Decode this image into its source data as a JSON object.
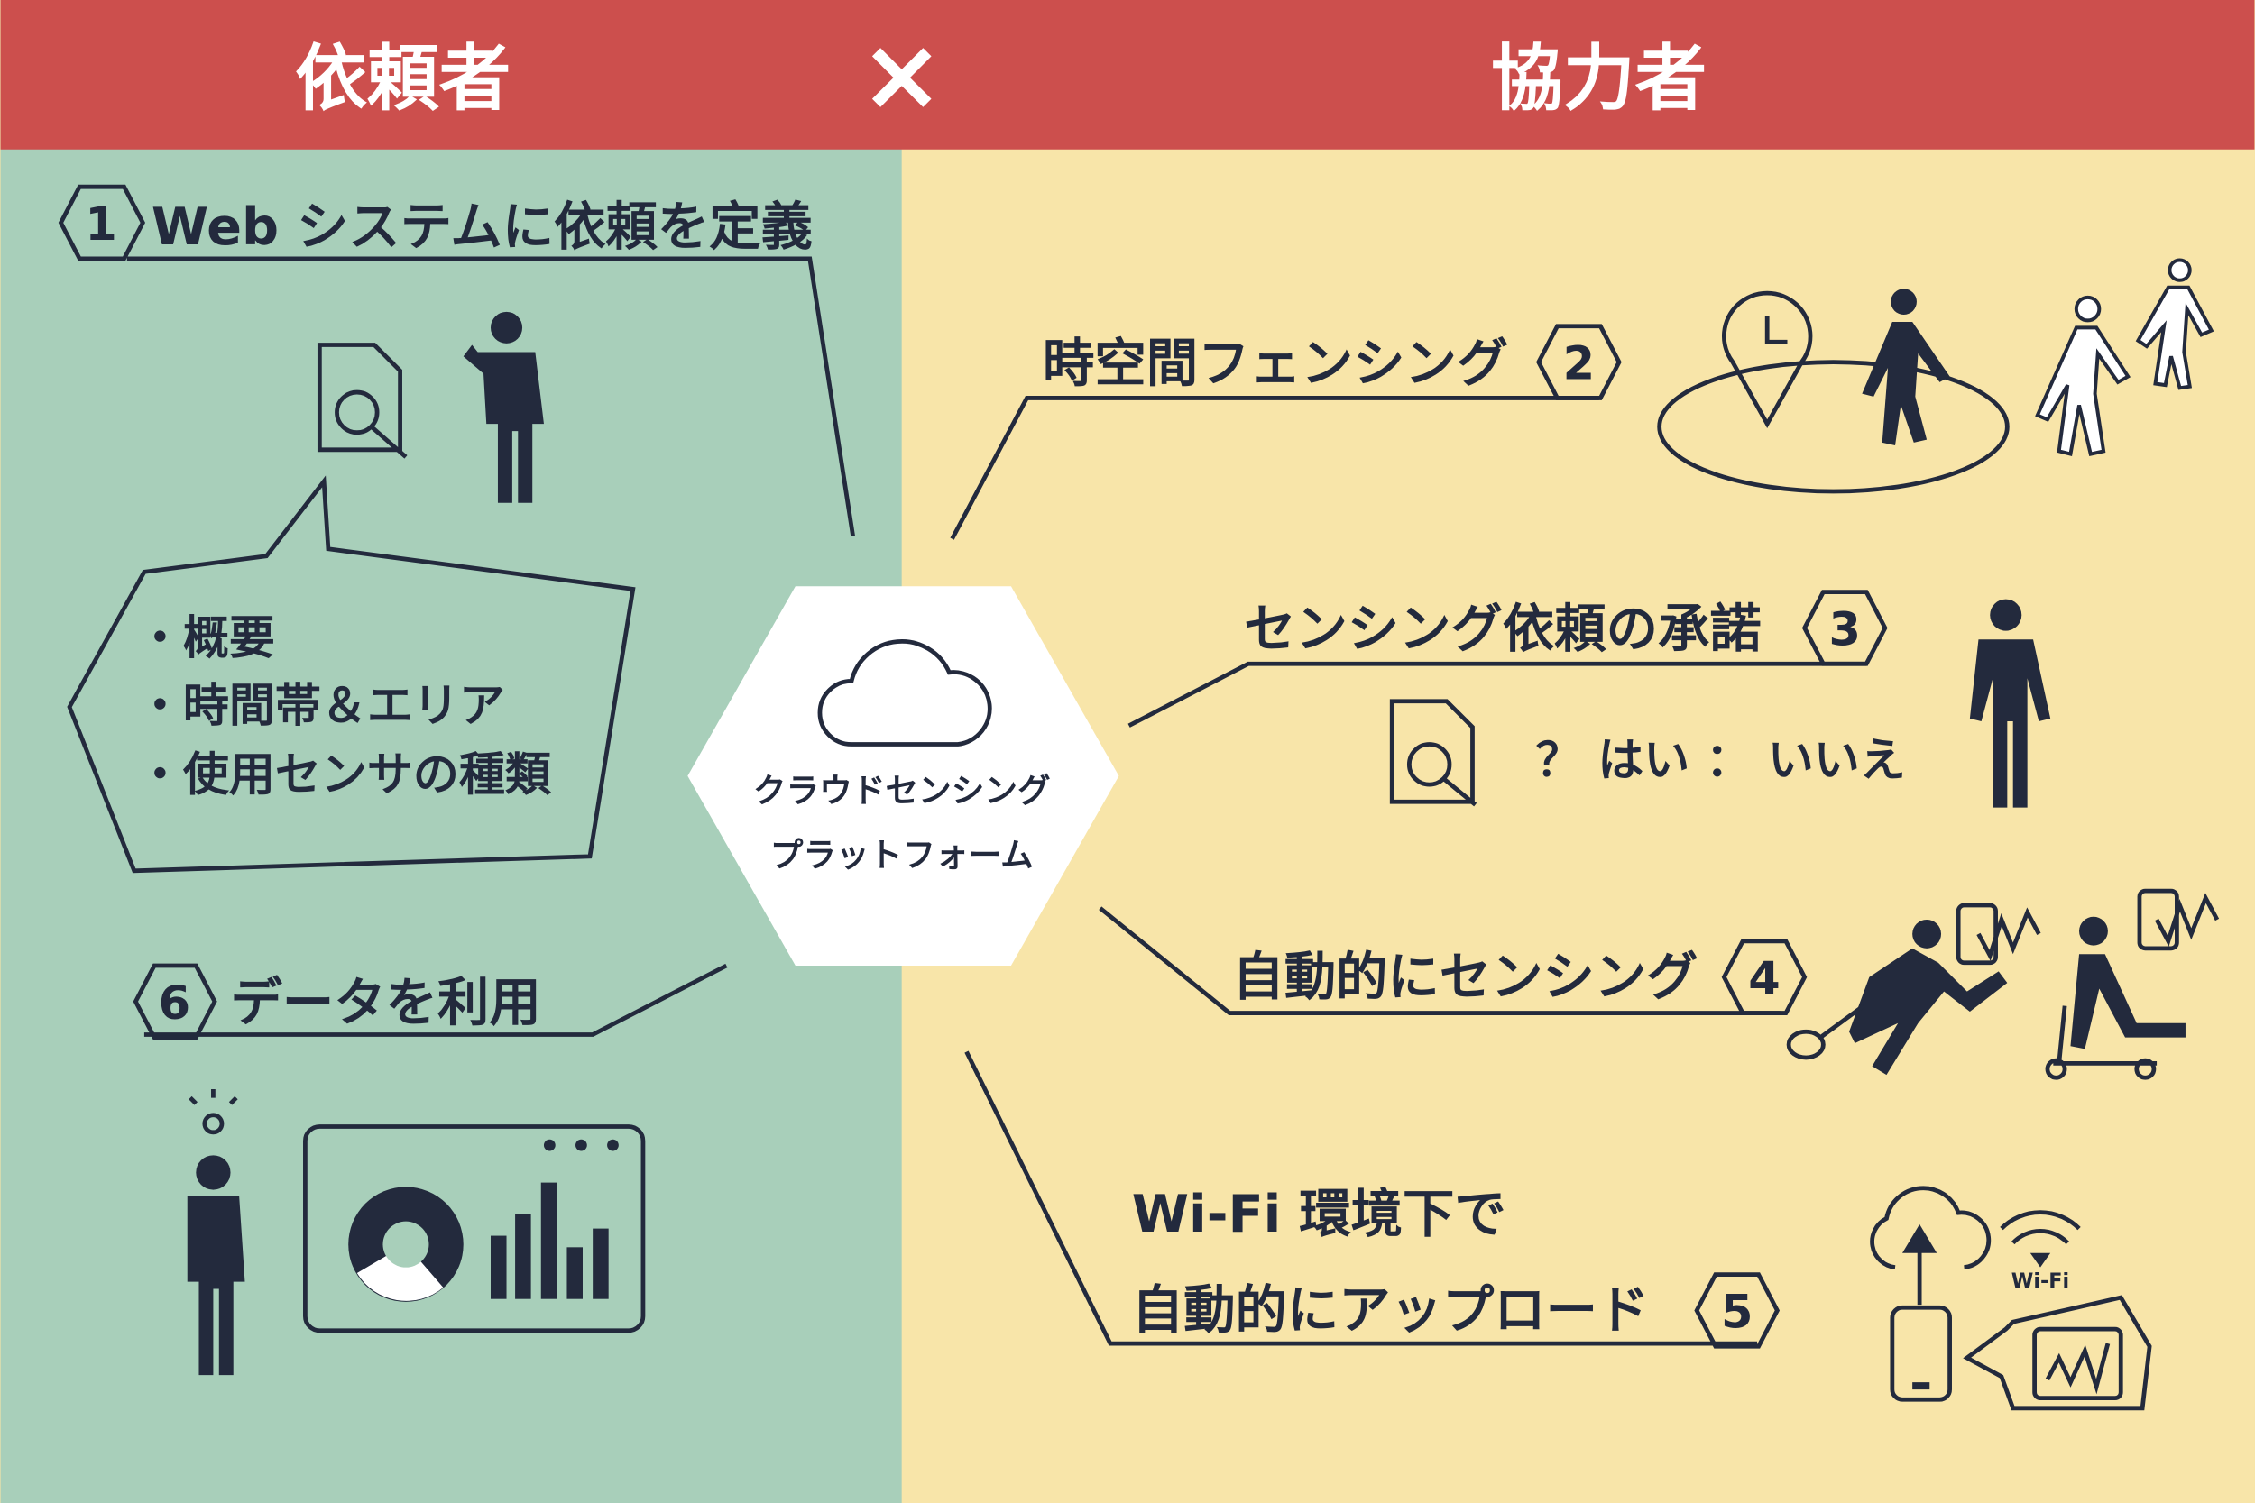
{
  "header": {
    "left": "依頼者",
    "cross": "×",
    "right": "協力者"
  },
  "colors": {
    "header": "#cc4f4d",
    "requester_bg": "#a8cfba",
    "collaborator_bg": "#f8e5a9",
    "ink": "#232a3d"
  },
  "platform": {
    "line1": "クラウドセンシング",
    "line2": "プラットフォーム"
  },
  "steps": [
    {
      "num": "1",
      "label": "Web システムに依頼を定義"
    },
    {
      "num": "2",
      "label": "時空間フェンシング"
    },
    {
      "num": "3",
      "label": "センシング依頼の承諾"
    },
    {
      "num": "4",
      "label": "自動的にセンシング"
    },
    {
      "num": "5",
      "label_line1": "Wi-Fi 環境下で",
      "label_line2": "自動的にアップロード"
    },
    {
      "num": "6",
      "label": "データを利用"
    }
  ],
  "request_bubble": {
    "items": [
      "・概要",
      "・時間帯＆エリア",
      "・使用センサの種類"
    ]
  },
  "approval": {
    "text": "？ はい ： いいえ"
  },
  "wifi_label": "Wi-Fi"
}
